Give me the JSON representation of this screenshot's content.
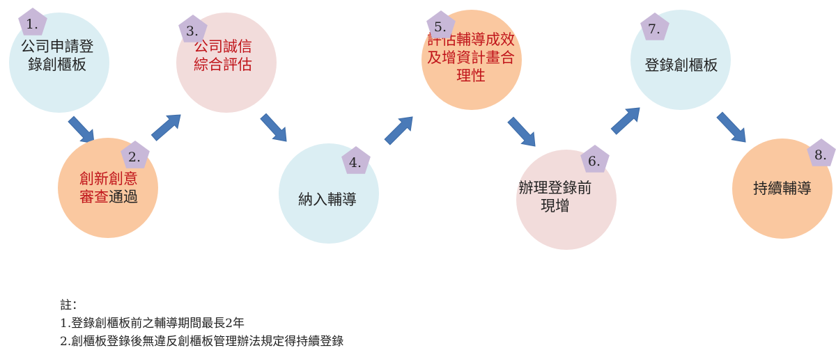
{
  "steps": [
    {
      "number": "1.",
      "lines": [
        [
          "公司申請登"
        ],
        [
          "錄創櫃板"
        ]
      ],
      "fill": "#dbeef3",
      "text_color": "#222222"
    },
    {
      "number": "2.",
      "lines": [
        [
          "創新創意"
        ],
        [
          "審查",
          "通過"
        ]
      ],
      "fill": "#fac8a0",
      "text_color": "#c0141a",
      "second_color": "#222222"
    },
    {
      "number": "3.",
      "lines": [
        [
          "公司誠信"
        ],
        [
          "綜合評估"
        ]
      ],
      "fill": "#f2dcdb",
      "text_color": "#c0141a"
    },
    {
      "number": "4.",
      "lines": [
        [
          "納入輔導"
        ]
      ],
      "fill": "#dbeef3",
      "text_color": "#222222"
    },
    {
      "number": "5.",
      "lines": [
        [
          "評估輔導成效"
        ],
        [
          "及增資計畫合"
        ],
        [
          "理性"
        ]
      ],
      "fill": "#fac8a0",
      "text_color": "#c0141a"
    },
    {
      "number": "6.",
      "lines": [
        [
          "辦理登錄前"
        ],
        [
          "現增"
        ]
      ],
      "fill": "#f2dcdb",
      "text_color": "#222222"
    },
    {
      "number": "7.",
      "lines": [
        [
          "登錄創櫃板"
        ]
      ],
      "fill": "#dbeef3",
      "text_color": "#222222"
    },
    {
      "number": "8.",
      "lines": [
        [
          "持續輔導"
        ]
      ],
      "fill": "#fac8a0",
      "text_color": "#222222"
    }
  ],
  "colors": {
    "arrow": "#4a7ab8",
    "badge": "#c8b8d8",
    "notes_text": "#222222"
  },
  "notes": {
    "heading": "註：",
    "line1": "1.登錄創櫃板前之輔導期間最長2年",
    "line2": "2.創櫃板登錄後無違反創櫃板管理辦法規定得持續登錄"
  }
}
